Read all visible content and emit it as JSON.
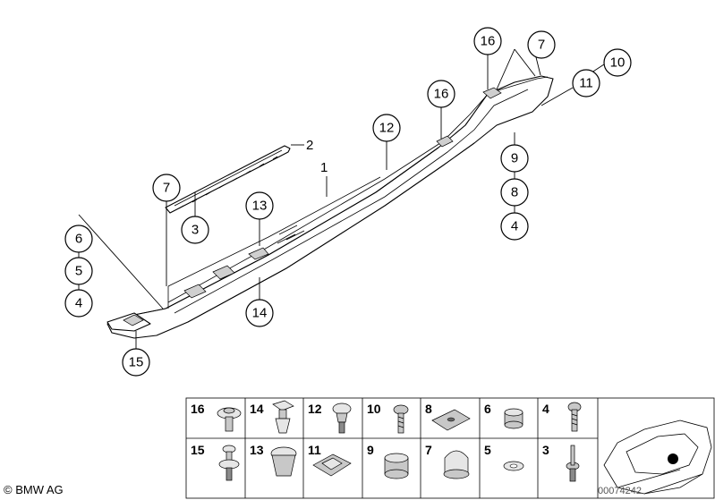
{
  "callouts": {
    "c16_top": "16",
    "c7_top": "7",
    "c10": "10",
    "c11": "11",
    "c16_mid": "16",
    "c12": "12",
    "c9": "9",
    "c8": "8",
    "c4_right": "4",
    "c7_left": "7",
    "c3": "3",
    "c13": "13",
    "c6": "6",
    "c5": "5",
    "c4_left": "4",
    "c14": "14",
    "c15": "15"
  },
  "plain_labels": {
    "l2": "2",
    "l1": "1"
  },
  "parts_table": {
    "top_row": [
      "16",
      "14",
      "12",
      "10",
      "8",
      "6",
      "4"
    ],
    "bottom_row": [
      "15",
      "13",
      "11",
      "9",
      "7",
      "5",
      "3"
    ]
  },
  "footer": {
    "copyright": "© BMW AG",
    "doc_number": "00074242"
  }
}
